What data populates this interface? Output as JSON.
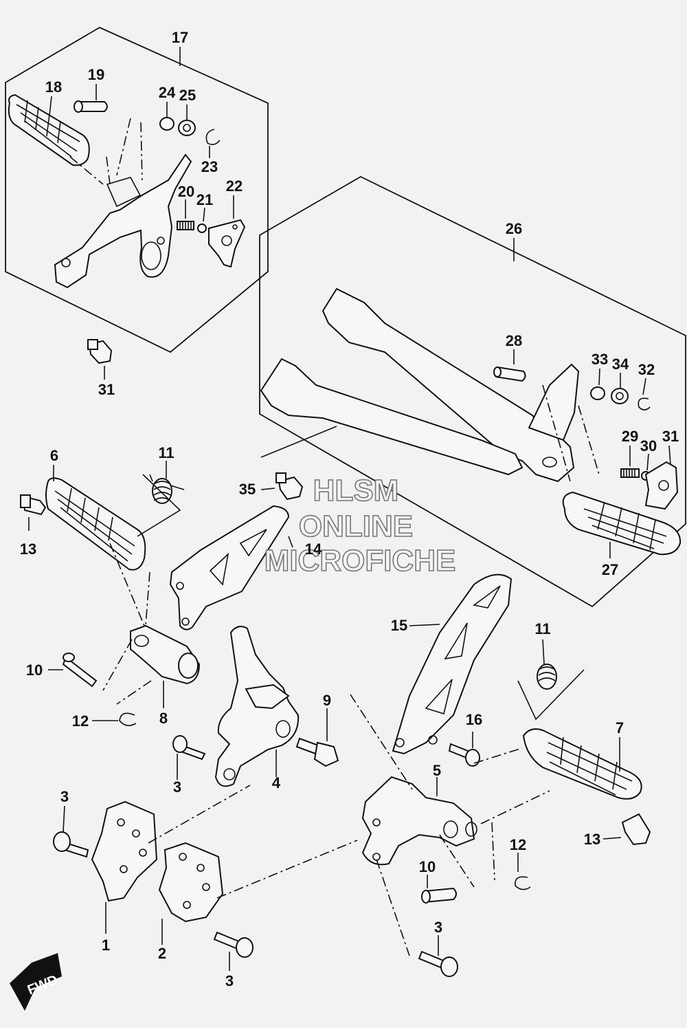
{
  "labels": {
    "l17": "17",
    "l18": "18",
    "l19": "19",
    "l24": "24",
    "l25": "25",
    "l23": "23",
    "l20": "20",
    "l21": "21",
    "l22": "22",
    "l31a": "31",
    "l26": "26",
    "l28": "28",
    "l33": "33",
    "l34": "34",
    "l32": "32",
    "l29": "29",
    "l30": "30",
    "l31b": "31",
    "l27": "27",
    "l6": "6",
    "l11a": "11",
    "l13a": "13",
    "l35": "35",
    "l14": "14",
    "l10a": "10",
    "l12a": "12",
    "l8": "8",
    "l9": "9",
    "l3a": "3",
    "l4": "4",
    "l15": "15",
    "l11b": "11",
    "l16": "16",
    "l7": "7",
    "l5": "5",
    "l13b": "13",
    "l12b": "12",
    "l10b": "10",
    "l3b": "3",
    "l1": "1",
    "l2": "2",
    "l3c": "3",
    "l3d": "3"
  },
  "watermark": {
    "line1": "HLSM",
    "line2": "ONLINE",
    "line3": "MICROFICHE"
  },
  "fwd": "FWD"
}
